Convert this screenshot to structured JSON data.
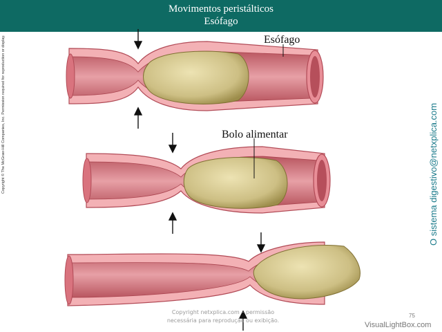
{
  "header": {
    "title": "Movimentos peristálticos",
    "subtitle": "Esófago"
  },
  "labels": {
    "esophagus": "Esófago",
    "bolus": "Bolo alimentar"
  },
  "copyright": "Copyright © The McGraw-Hill Companies, Inc. Permission required for reproduction or display.",
  "site_credit": "O sistema digestivo@netxplica.com",
  "watermark": {
    "line1": "Copyright netxplica.com – permissão",
    "line2": "necessária para reprodução ou exibição."
  },
  "slide_number": "75",
  "brand": "VisualLightBox.com",
  "colors": {
    "header_bg": "#0e6a63",
    "tube_outer": "#f0a6ab",
    "tube_wall": "#e48a93",
    "tube_inner": "#c9636e",
    "bolus_fill": "#cfc48a",
    "bolus_edge": "#8a7a3a",
    "arrow": "#111111"
  }
}
